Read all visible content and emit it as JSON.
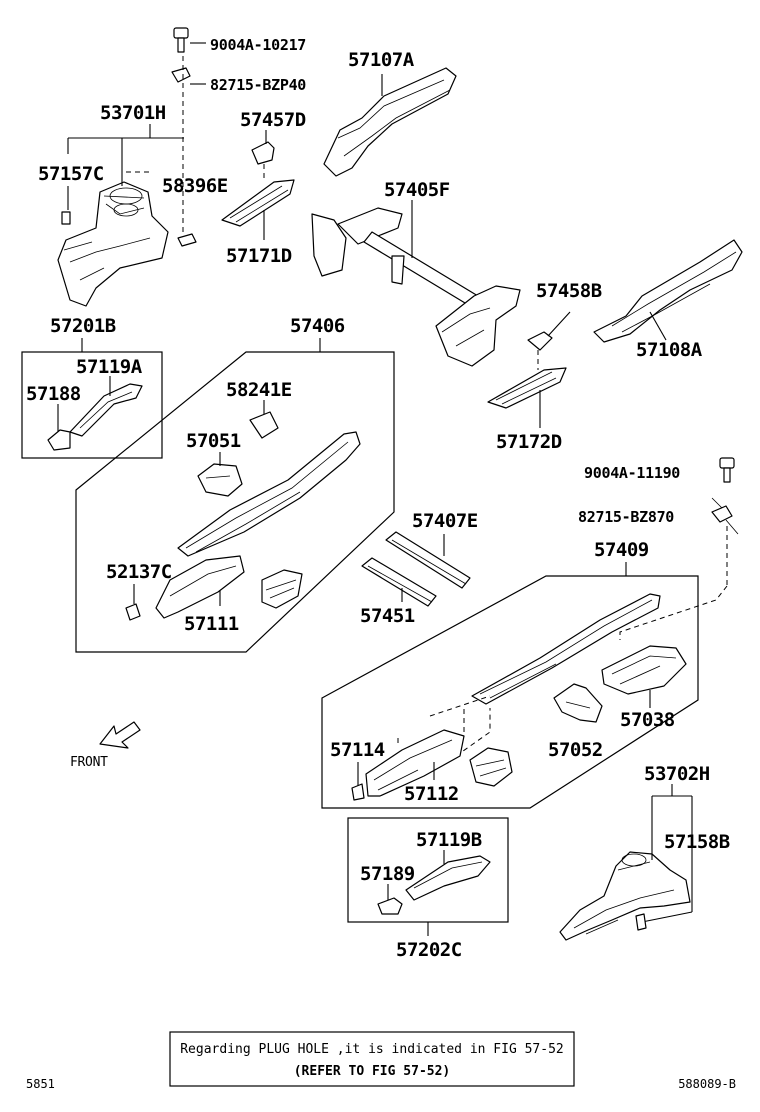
{
  "labels": {
    "p9004A_10217": "9004A-10217",
    "p82715_BZP40": "82715-BZP40",
    "p57107A": "57107A",
    "p53701H": "53701H",
    "p57457D": "57457D",
    "p57157C": "57157C",
    "p58396E": "58396E",
    "p57405F": "57405F",
    "p57171D": "57171D",
    "p57458B": "57458B",
    "p57201B": "57201B",
    "p57406": "57406",
    "p57108A": "57108A",
    "p57119A": "57119A",
    "p57188": "57188",
    "p58241E": "58241E",
    "p57172D": "57172D",
    "p57051": "57051",
    "p9004A_11190": "9004A-11190",
    "p82715_BZ870": "82715-BZ870",
    "p57407E": "57407E",
    "p52137C": "52137C",
    "p57409": "57409",
    "p57111": "57111",
    "p57451": "57451",
    "p57038": "57038",
    "p57114": "57114",
    "p57052": "57052",
    "p57112": "57112",
    "p53702H": "53702H",
    "p57158B": "57158B",
    "p57119B": "57119B",
    "p57189": "57189",
    "p57202C": "57202C"
  },
  "front_label": "FRONT",
  "note": {
    "line1": "Regarding PLUG HOLE ,it is indicated in FIG 57-52",
    "line2": "(REFER TO FIG 57-52)"
  },
  "corner_left": "5851",
  "corner_right": "588089-B"
}
